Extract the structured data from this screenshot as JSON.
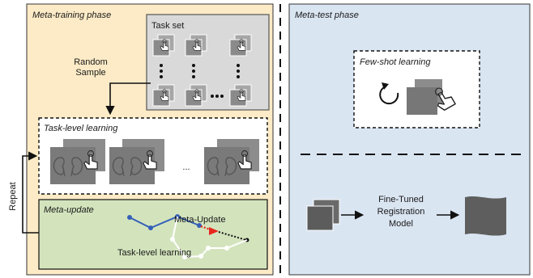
{
  "meta_training": {
    "title": "Meta-training phase",
    "task_set_label": "Task set",
    "random_sample_line1": "Random",
    "random_sample_line2": "Sample",
    "task_level_title": "Task-level learning",
    "repeat_label": "Repeat",
    "meta_update_title": "Meta-update",
    "meta_update_arrow_label": "Meta-Update",
    "task_level_path_label": "Task-level learning",
    "ellipsis": "..."
  },
  "meta_test": {
    "title": "Meta-test phase",
    "few_shot_title": "Few-shot learning",
    "model_line1": "Fine-Tuned",
    "model_line2": "Registration",
    "model_line3": "Model"
  },
  "colors": {
    "train_bg": "#fcebc6",
    "test_bg": "#dae5f2",
    "meta_update_bg": "#d3e4bd",
    "task_set_bg": "#d9d9d9",
    "blue_path": "#3560b8",
    "red_path": "#e8281e"
  },
  "icons": [
    "hand-pointer-icon",
    "kidney-icon",
    "refresh-icon",
    "image-stack-icon",
    "warped-image-icon"
  ]
}
